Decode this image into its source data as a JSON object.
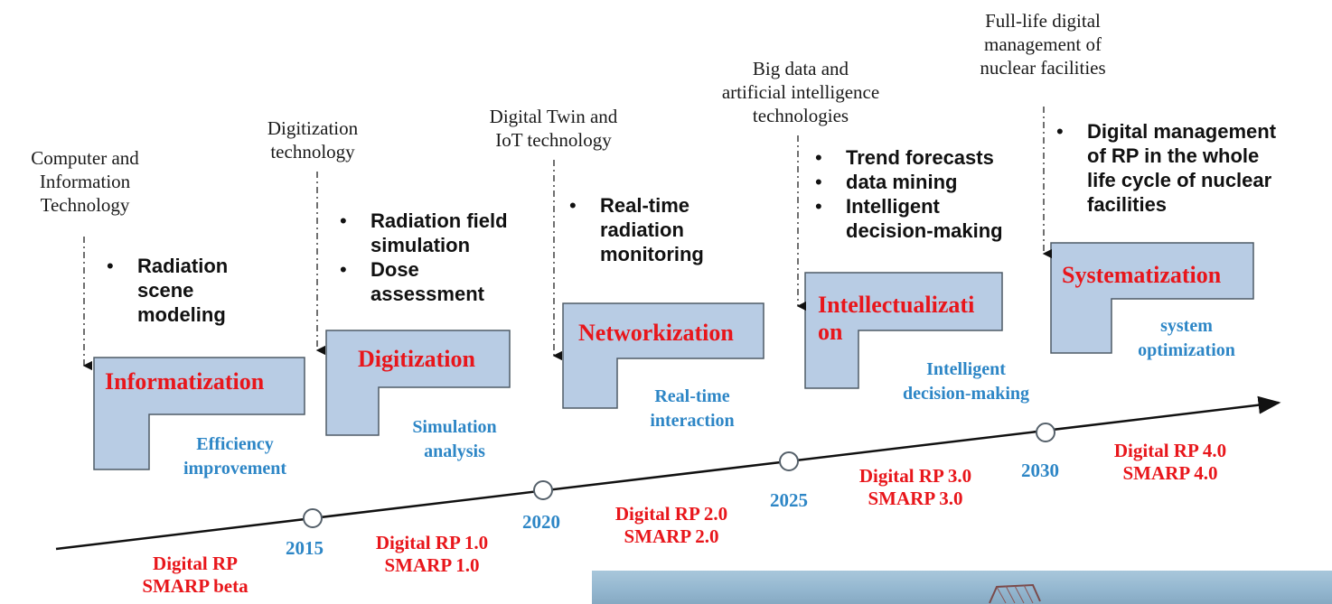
{
  "technologies": [
    "Computer and\nInformation\nTechnology",
    "Digitization\ntechnology",
    "Digital Twin and\nIoT technology",
    "Big data and\nartificial intelligence\ntechnologies",
    "Full-life digital\nmanagement of\nnuclear facilities"
  ],
  "bullets": [
    [
      "Radiation\nscene\nmodeling"
    ],
    [
      "Radiation field\nsimulation",
      "Dose\nassessment"
    ],
    [
      "Real-time\nradiation\nmonitoring"
    ],
    [
      "Trend forecasts",
      "data mining",
      "Intelligent\ndecision-making"
    ],
    [
      "Digital management\nof RP in the whole\nlife cycle of nuclear\nfacilities"
    ]
  ],
  "stages": [
    {
      "name": "Informatization",
      "caption": "Efficiency\nimprovement"
    },
    {
      "name": "Digitization",
      "caption": "Simulation\nanalysis"
    },
    {
      "name": "Networkization",
      "caption": "Real-time\ninteraction"
    },
    {
      "name": "Intellectualizati\non",
      "caption": "Intelligent\ndecision-making"
    },
    {
      "name": "Systematization",
      "caption": "system\noptimization"
    }
  ],
  "years": [
    "2015",
    "2020",
    "2025",
    "2030"
  ],
  "versions": [
    "Digital RP\nSMARP beta",
    "Digital RP 1.0\nSMARP 1.0",
    "Digital RP 2.0\nSMARP 2.0",
    "Digital RP 3.0\nSMARP 3.0",
    "Digital RP 4.0\nSMARP 4.0"
  ],
  "colors": {
    "stage_name": "#e8161b",
    "caption": "#2d86c6",
    "year": "#2d86c6",
    "version": "#e8161b",
    "box_fill": "#b8cce4",
    "box_stroke": "#4f5b66"
  }
}
